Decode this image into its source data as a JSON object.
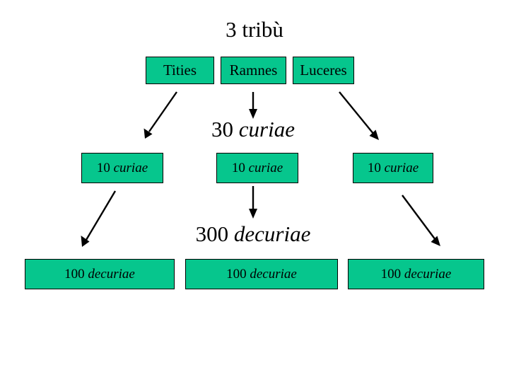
{
  "slide": {
    "title": "3 tribù",
    "background_color": "#ffffff",
    "box_fill_color": "#06C68D",
    "box_border_color": "#000000",
    "text_color": "#000000"
  },
  "levels": {
    "tribes": {
      "heading": "3 tribù",
      "boxes": [
        {
          "label": "Tities"
        },
        {
          "label": "Ramnes"
        },
        {
          "label": "Luceres"
        }
      ]
    },
    "curiae": {
      "heading_number": "30",
      "heading_term": "curiae",
      "boxes": [
        {
          "number": "10",
          "term": "curiae"
        },
        {
          "number": "10",
          "term": "curiae"
        },
        {
          "number": "10",
          "term": "curiae"
        }
      ]
    },
    "decuriae": {
      "heading_number": "300",
      "heading_term": "decuriae",
      "boxes": [
        {
          "number": "100",
          "term": "decuriae"
        },
        {
          "number": "100",
          "term": "decuriae"
        },
        {
          "number": "100",
          "term": "decuriae"
        }
      ]
    }
  },
  "connectors": [
    {
      "name": "arrow-tities-to-curiae-left",
      "direction": "down-left"
    },
    {
      "name": "arrow-ramnes-to-curiae-center",
      "direction": "down"
    },
    {
      "name": "arrow-luceres-to-curiae-right",
      "direction": "down-right"
    },
    {
      "name": "arrow-curiae-to-decuriae-left",
      "direction": "down-left"
    },
    {
      "name": "arrow-curiae-to-decuriae-center",
      "direction": "down"
    },
    {
      "name": "arrow-curiae-to-decuriae-right",
      "direction": "down-right"
    }
  ]
}
